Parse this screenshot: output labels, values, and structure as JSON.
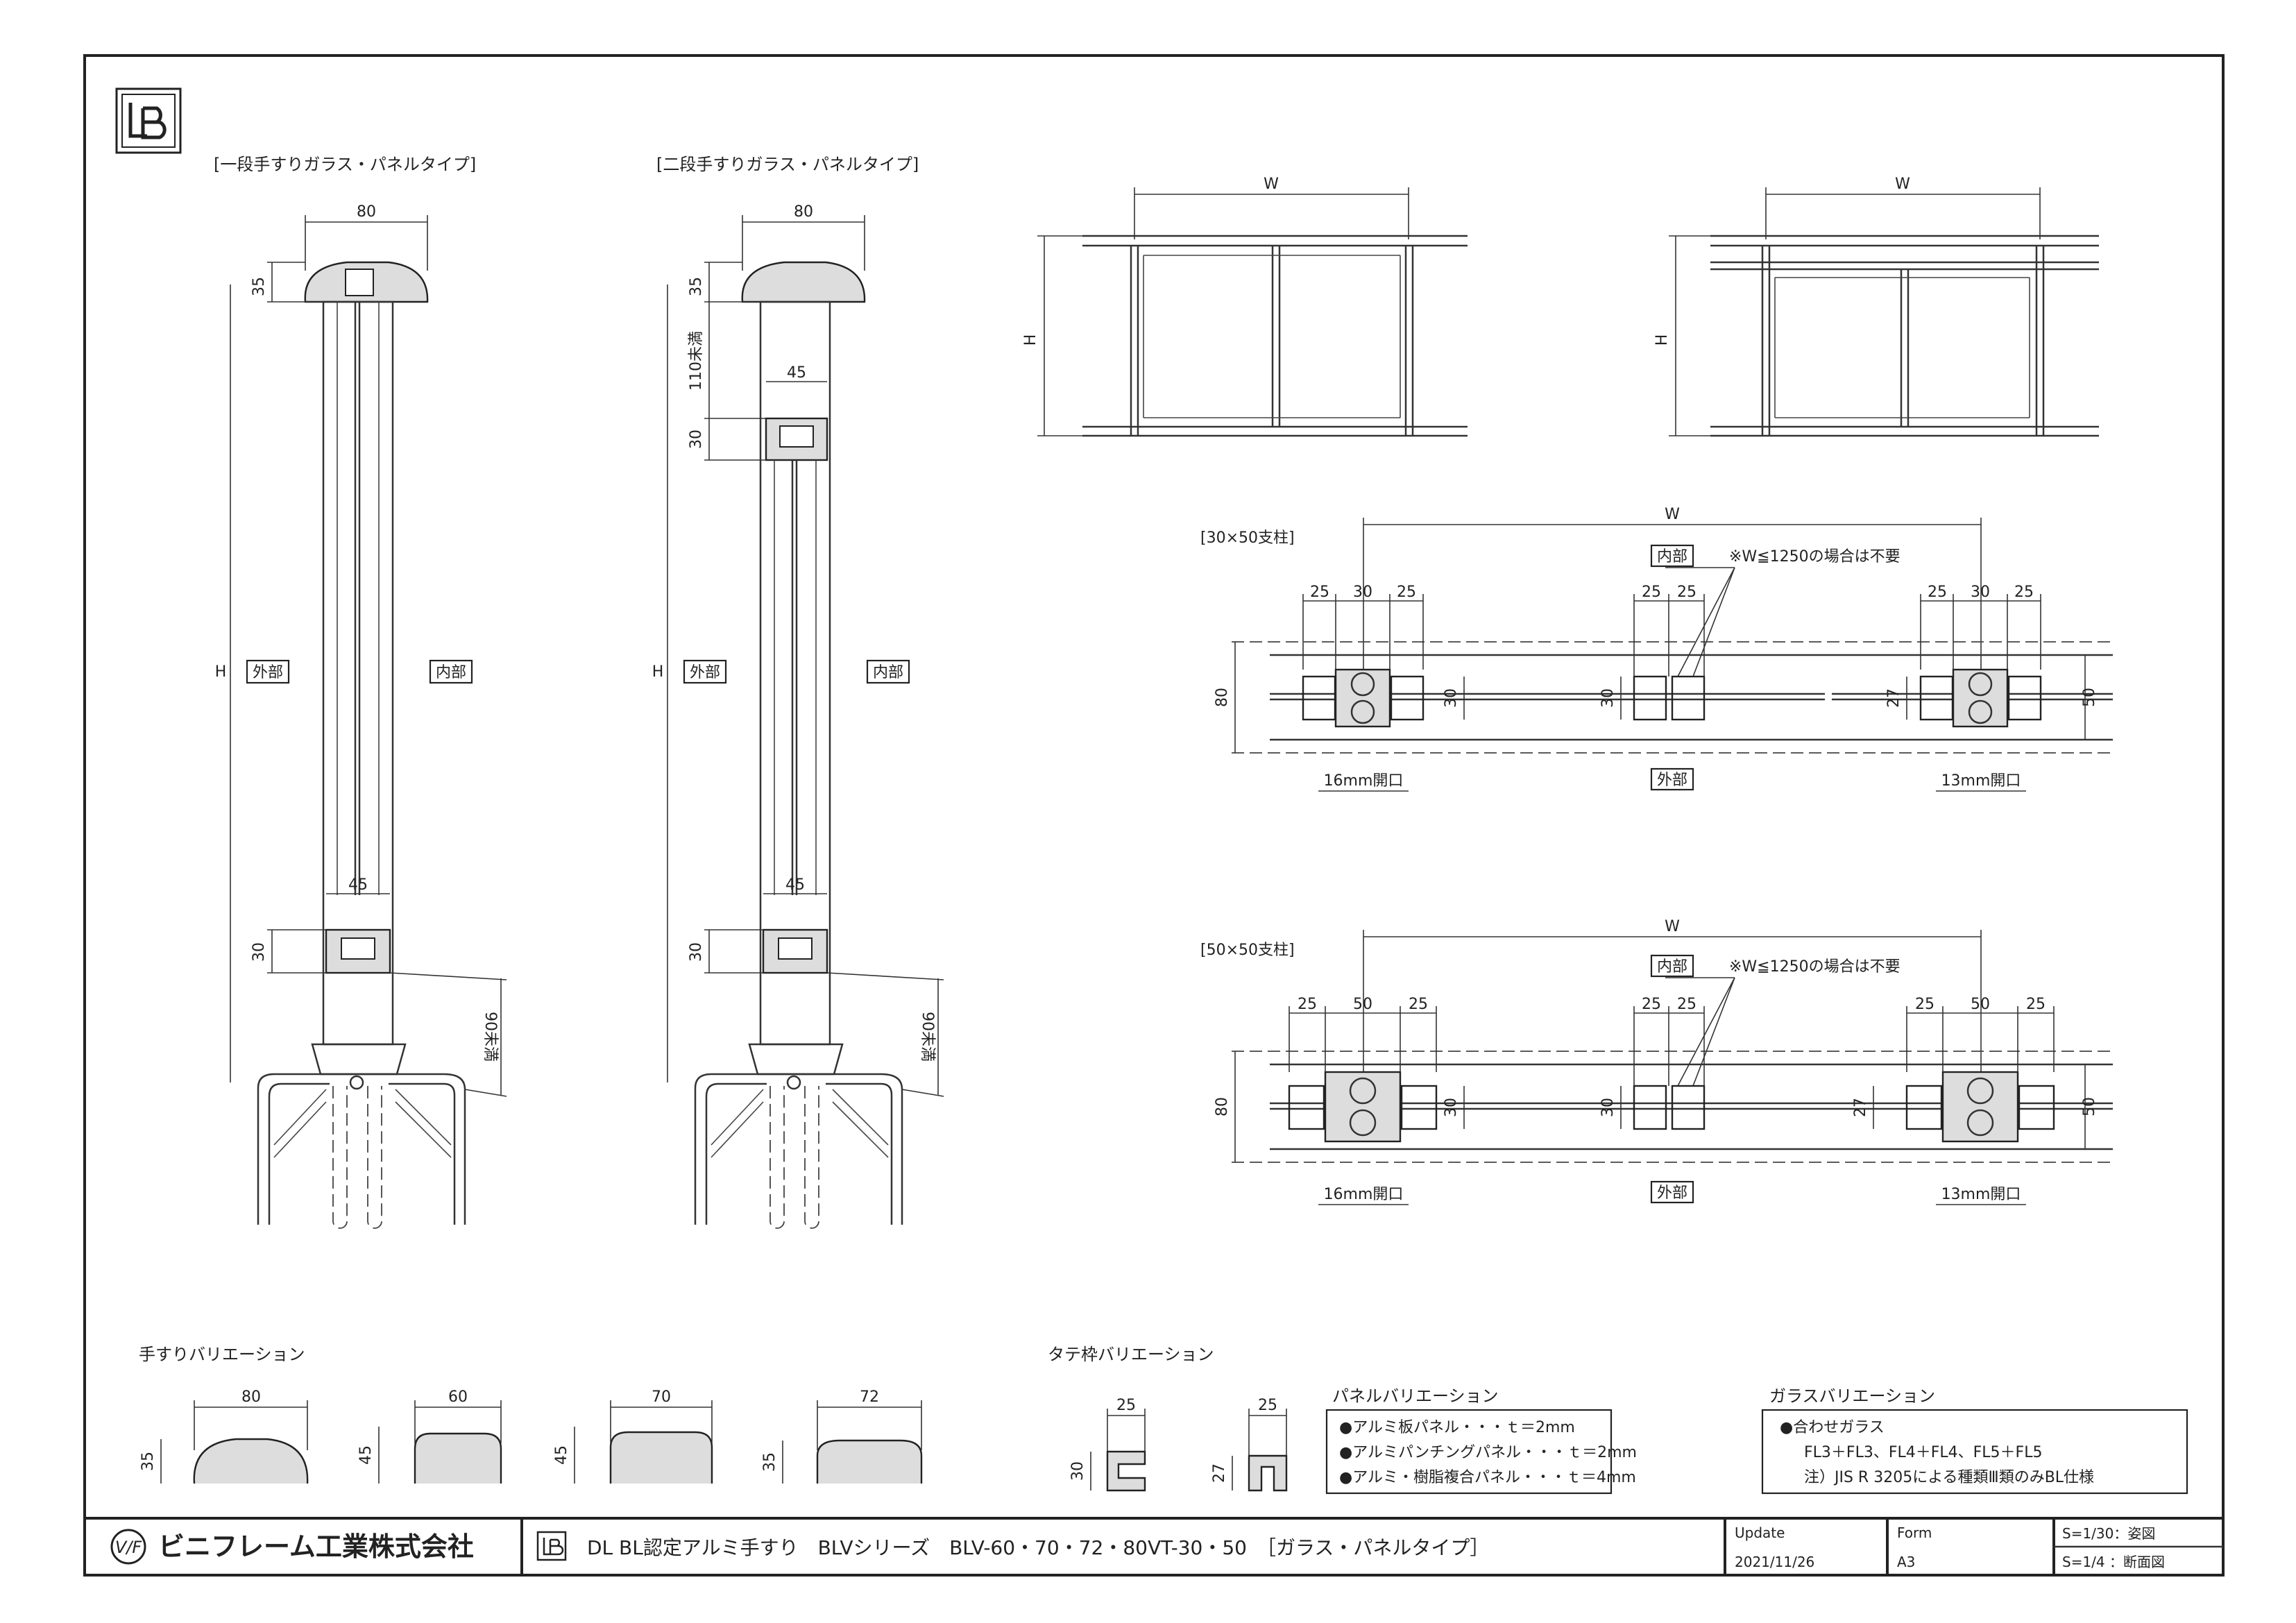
{
  "labels": {
    "single_type": "[一段手すりガラス・パネルタイプ]",
    "double_type": "[二段手すりガラス・パネルタイプ]",
    "post_30x50": "[30×50支柱]",
    "post_50x50": "[50×50支柱]",
    "outside": "外部",
    "inside": "内部",
    "note_w": "※W≦1250の場合は不要",
    "open16": "16mm開口",
    "open13": "13mm開口",
    "W": "W",
    "H": "H"
  },
  "dims": {
    "d80": "80",
    "d35": "35",
    "d45": "45",
    "d30": "30",
    "d25": "25",
    "d50": "50",
    "d27": "27",
    "d60": "60",
    "d70": "70",
    "d72": "72",
    "d110": "110未満",
    "d90": "90未満"
  },
  "variations": {
    "handrail_title": "手すりバリエーション",
    "frame_title": "タテ枠バリエーション",
    "panel_title": "パネルバリエーション",
    "panel_items": [
      "●アルミ板パネル・・・ｔ＝2mm",
      "●アルミパンチングパネル・・・ｔ＝2mm",
      "●アルミ・樹脂複合パネル・・・ｔ＝4mm"
    ],
    "glass_title": "ガラスバリエーション",
    "glass_items": [
      "●合わせガラス",
      "FL3＋FL3、FL4＋FL4、FL5＋FL5",
      "注）JIS R 3205による種類Ⅲ類のみBL仕様"
    ]
  },
  "title_block": {
    "company": "ビニフレーム工業株式会社",
    "title": "DL BL認定アルミ手すり　BLVシリーズ　BLV-60・70・72・80VT-30・50　［ガラス・パネルタイプ］",
    "update_label": "Update",
    "update_value": "2021/11/26",
    "form_label": "Form",
    "form_value": "A3",
    "scale1": "S=1/30：姿図",
    "scale2": "S=1/4 ：断面図"
  },
  "icons": [
    "lb-logo-icon",
    "vf-logo-icon"
  ]
}
